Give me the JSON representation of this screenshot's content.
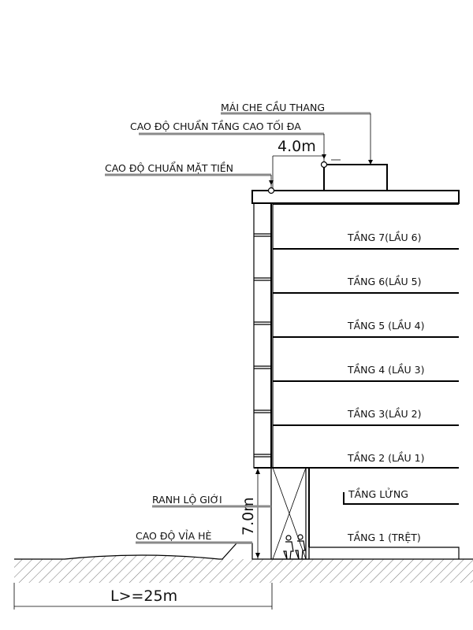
{
  "labels": {
    "stair_roof": "MÁI CHE CẦU THANG",
    "max_height_datum": "CAO ĐỘ CHUẨN TẦNG CAO TỐI ĐA",
    "facade_datum": "CAO ĐỘ CHUẨN MẶT TIỀN",
    "setback_line": "RANH LỘ GIỚI",
    "sidewalk_datum": "CAO ĐỘ VỈA HÈ"
  },
  "dimensions": {
    "roof_offset": "4.0m",
    "ground_height": "7.0m",
    "street_width": "L>=25m"
  },
  "floors": [
    "TẦNG 7(LẦU 6)",
    "TẦNG 6(LẦU 5)",
    "TẦNG 5 (LẦU 4)",
    "TẦNG 4 (LẦU 3)",
    "TẦNG 3(LẦU 2)",
    "TẦNG 2 (LẦU 1)",
    "TẦNG LỬNG",
    "TẦNG 1 (TRỆT)"
  ]
}
